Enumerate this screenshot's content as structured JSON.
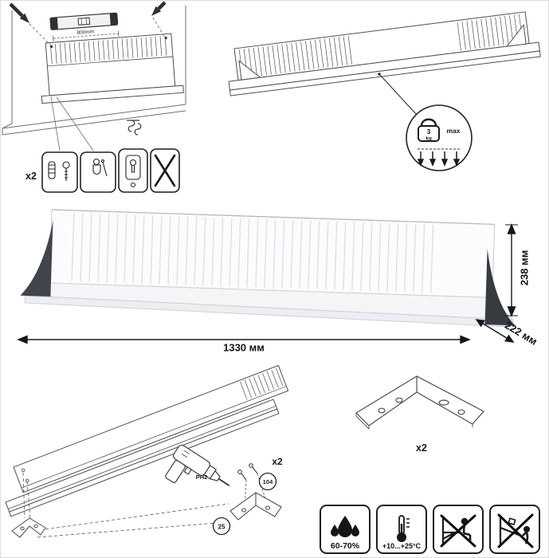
{
  "mounting": {
    "measurement": "800mm",
    "fasteners_count": "x2"
  },
  "load_limit": {
    "value": "3",
    "unit": "kg",
    "qualifier": "max"
  },
  "dimensions": {
    "width": "1330 мм",
    "height": "238 мм",
    "depth": "222 мм"
  },
  "assembly": {
    "count": "x2",
    "bit_label": "PH2",
    "part_screw": "104",
    "part_bracket": "25"
  },
  "bracket": {
    "count": "x2"
  },
  "conditions": {
    "humidity": "60-70%",
    "temperature": "+10...+25°C"
  },
  "icons": {
    "level": "spirit-level",
    "load": "kettlebell-weight",
    "tool": "electric-screwdriver-ph2",
    "humidity": "water-drops",
    "temperature": "thermometer",
    "prohibition_1": "do-not-sit-crossed",
    "prohibition_2": "do-not-climb-crossed"
  },
  "colors": {
    "sketch_line": "#4a4f55",
    "dark_fill": "#2c3136",
    "bracket_dark": "#3f454b",
    "dimension_line": "#15181b"
  }
}
